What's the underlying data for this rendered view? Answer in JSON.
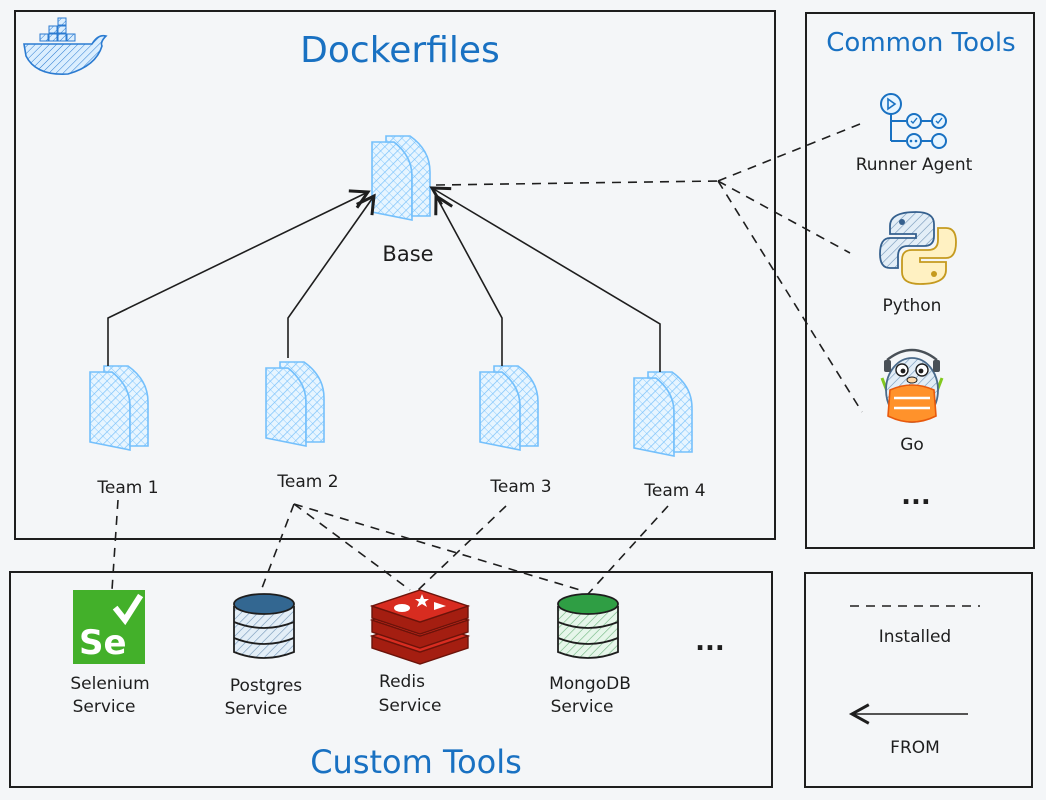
{
  "panels": {
    "dockerfiles_title": "Dockerfiles",
    "common_tools_title": "Common Tools",
    "custom_tools_title": "Custom Tools"
  },
  "base": {
    "label": "Base"
  },
  "teams": [
    {
      "label": "Team 1"
    },
    {
      "label": "Team 2"
    },
    {
      "label": "Team 3"
    },
    {
      "label": "Team 4"
    }
  ],
  "common_tools": [
    {
      "label": "Runner Agent",
      "icon": "runner-agent-icon"
    },
    {
      "label": "Python",
      "icon": "python-icon"
    },
    {
      "label": "Go",
      "icon": "go-gopher-icon"
    }
  ],
  "common_more": "...",
  "custom_tools": [
    {
      "line1": "Selenium",
      "line2": "Service",
      "icon": "selenium-icon"
    },
    {
      "line1": "Postgres",
      "line2": "Service",
      "icon": "postgres-db-icon"
    },
    {
      "line1": "Redis",
      "line2": "Service",
      "icon": "redis-icon"
    },
    {
      "line1": "MongoDB",
      "line2": "Service",
      "icon": "mongodb-db-icon"
    }
  ],
  "custom_more": "...",
  "legend": {
    "installed_label": "Installed",
    "from_label": "FROM"
  },
  "colors": {
    "accent_blue": "#1971c2",
    "file_blue": "#74c0fc",
    "selenium_green": "#43b02a",
    "redis_red": "#d82c20",
    "postgres_blue": "#336791",
    "mongo_green": "#2f9e44"
  }
}
